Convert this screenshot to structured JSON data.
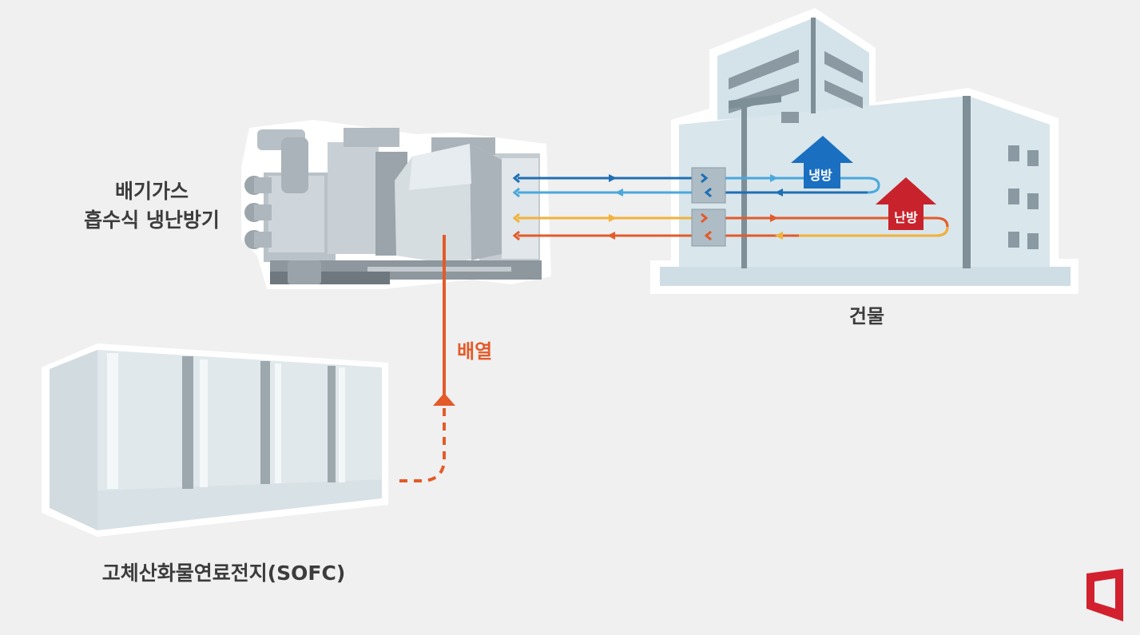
{
  "labels": {
    "chiller_line1": "배기가스",
    "chiller_line2": "흡수식 냉난방기",
    "building": "건물",
    "sofc": "고체산화물연료전지(SOFC)",
    "exhaust_heat": "배열",
    "cooling": "냉방",
    "heating": "난방"
  },
  "colors": {
    "background": "#f0f0f0",
    "cooling_dark": "#1f6fb4",
    "cooling_light": "#4aa8dc",
    "heating_dark": "#e35b2a",
    "heating_light": "#f2b23a",
    "cooling_arrow": "#1a6fc0",
    "heating_arrow": "#c8232c",
    "logo": "#d2202f"
  },
  "icons": {
    "logo": "red-trapezoid-logo-icon"
  }
}
